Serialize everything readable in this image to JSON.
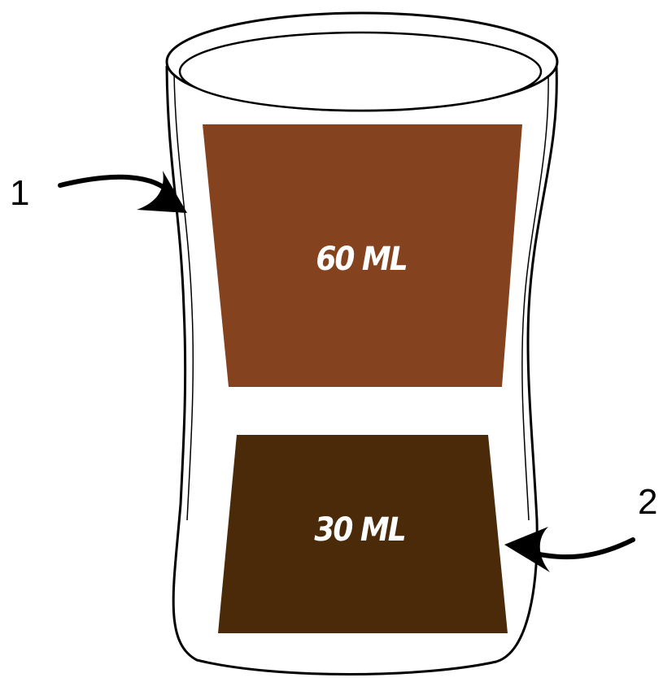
{
  "layers": [
    {
      "id": "top",
      "label": "60 ML",
      "color": "#85421f"
    },
    {
      "id": "bottom",
      "label": "30 ML",
      "color": "#4b2a0a"
    }
  ],
  "callouts": [
    {
      "id": "callout-1",
      "number": "1"
    },
    {
      "id": "callout-2",
      "number": "2"
    }
  ],
  "glass": {
    "outline_color": "#000000",
    "fill_color": "#ffffff"
  }
}
